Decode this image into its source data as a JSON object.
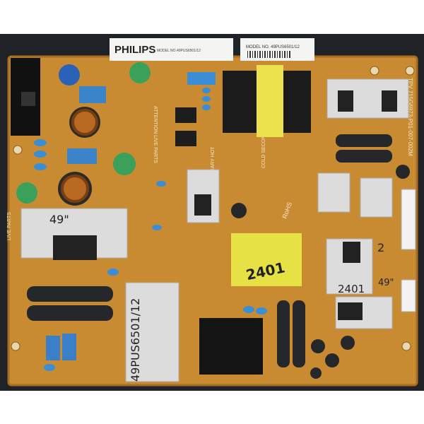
{
  "labels": {
    "brand": "PHILIPS",
    "model_field": "MODEL NO.",
    "model_number": "49PUS6501/12",
    "model_label_right": "MODEL NO. 49PUS6501/12"
  },
  "board": {
    "part_number": "TPV 715G6973-P01-007-002M",
    "warning": "ATTENTION LIVE PARTS",
    "warning_left": "LIVE PARTS",
    "primary": "PRIMARY HOT",
    "secondary": "COLD SECONDARY",
    "rohs": "RoHS"
  },
  "handwriting": {
    "size_left": "49\"",
    "size_right": "49\"",
    "code_center": "2401",
    "code_right": "2401",
    "model": "49PUS6501/12",
    "mark": "2"
  },
  "colors": {
    "pcb": "#c98b32",
    "heatsink": "#dcdcdc",
    "transformer_tape": "#e9e04a",
    "capacitor": "#26272b"
  }
}
